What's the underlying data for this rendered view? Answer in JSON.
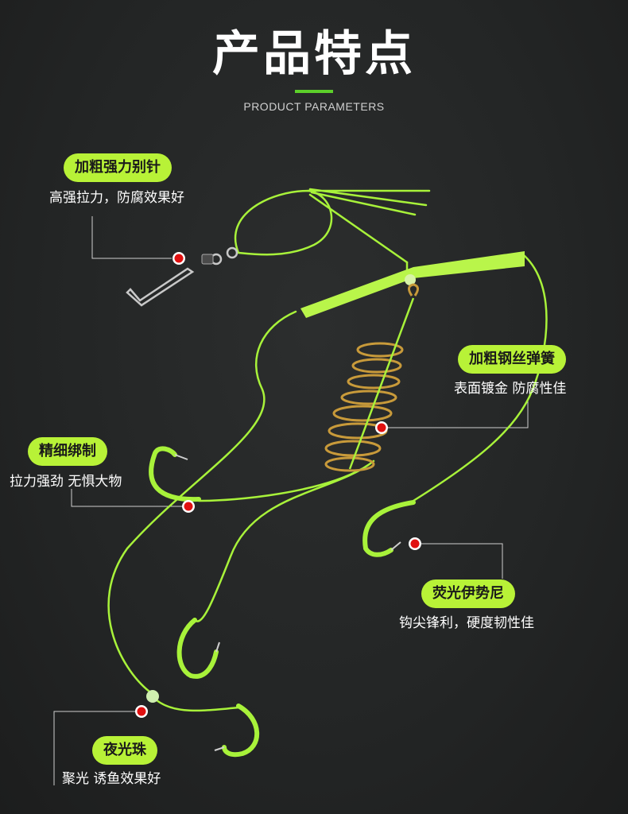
{
  "header": {
    "title": "产品特点",
    "subtitle": "PRODUCT PARAMETERS"
  },
  "features": [
    {
      "tag": "加粗强力别针",
      "desc": "高强拉力，防腐效果好"
    },
    {
      "tag": "加粗钢丝弹簧",
      "desc": "表面镀金 防腐性佳"
    },
    {
      "tag": "精细绑制",
      "desc": "拉力强劲 无惧大物"
    },
    {
      "tag": "荧光伊势尼",
      "desc": "钩尖锋利，硬度韧性佳"
    },
    {
      "tag": "夜光珠",
      "desc": "聚光 诱鱼效果好"
    }
  ],
  "colors": {
    "background": "#242626",
    "tag": "#b8f237",
    "line": "#a8f23a",
    "accent": "#5ccf2a",
    "marker": "#e01010",
    "spring": "#c89a3a"
  }
}
